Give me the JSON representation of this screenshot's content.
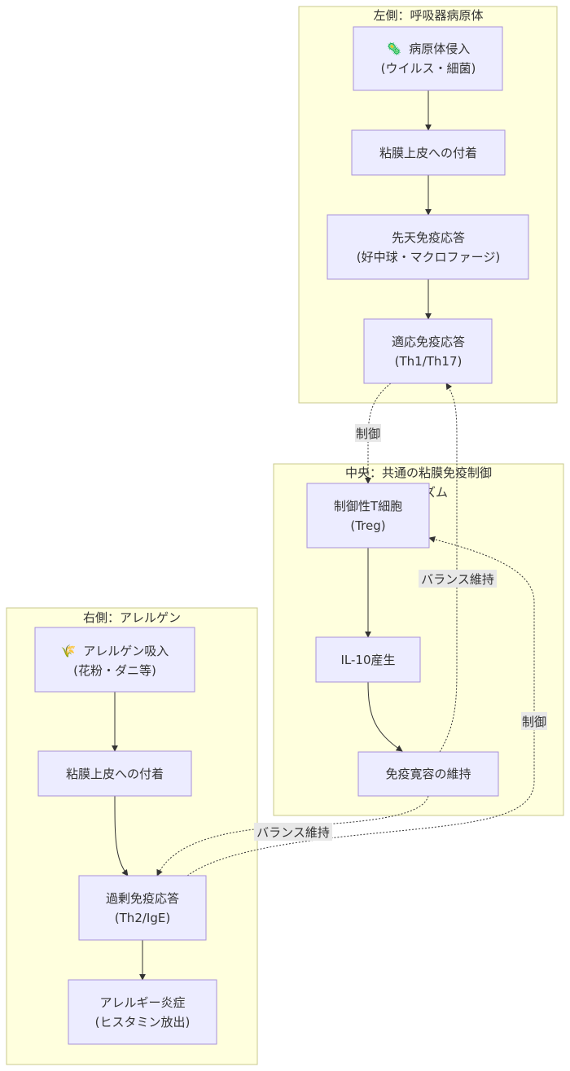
{
  "clusters": {
    "left": {
      "title": "左側：呼吸器病原体"
    },
    "center": {
      "title_line1": "中央：共通の粘膜免疫制御",
      "title_line2": "ズム"
    },
    "right": {
      "title": "右側：アレルゲン"
    }
  },
  "nodes": {
    "pathogen_entry": {
      "icon": "🦠",
      "line1": "病原体侵入",
      "line2": "(ウイルス・細菌)"
    },
    "pathogen_attach": {
      "line1": "粘膜上皮への付着"
    },
    "innate": {
      "line1": "先天免疫応答",
      "line2": "(好中球・マクロファージ)"
    },
    "adaptive": {
      "line1": "適応免疫応答",
      "line2": "(Th1/Th17)"
    },
    "treg": {
      "line1": "制御性T細胞",
      "line2": "(Treg)"
    },
    "il10": {
      "line1": "IL-10産生"
    },
    "tolerance": {
      "line1": "免疫寛容の維持"
    },
    "allergen_entry": {
      "icon": "🌾",
      "line1": "アレルゲン吸入",
      "line2": "(花粉・ダニ等)"
    },
    "allergen_attach": {
      "line1": "粘膜上皮への付着"
    },
    "excess": {
      "line1": "過剰免疫応答",
      "line2": "(Th2/IgE)"
    },
    "inflammation": {
      "line1": "アレルギー炎症",
      "line2": "(ヒスタミン放出)"
    }
  },
  "edge_labels": {
    "adaptive_to_treg": "制御",
    "tolerance_to_adaptive": "バランス維持",
    "excess_to_treg": "制御",
    "tolerance_to_excess": "バランス維持"
  },
  "colors": {
    "cluster_fill": "#ffffde",
    "cluster_stroke": "#c8c88c",
    "node_fill": "#ececff",
    "node_stroke": "#a791da",
    "edge": "#333333",
    "label_bg": "#e8e8e8"
  }
}
